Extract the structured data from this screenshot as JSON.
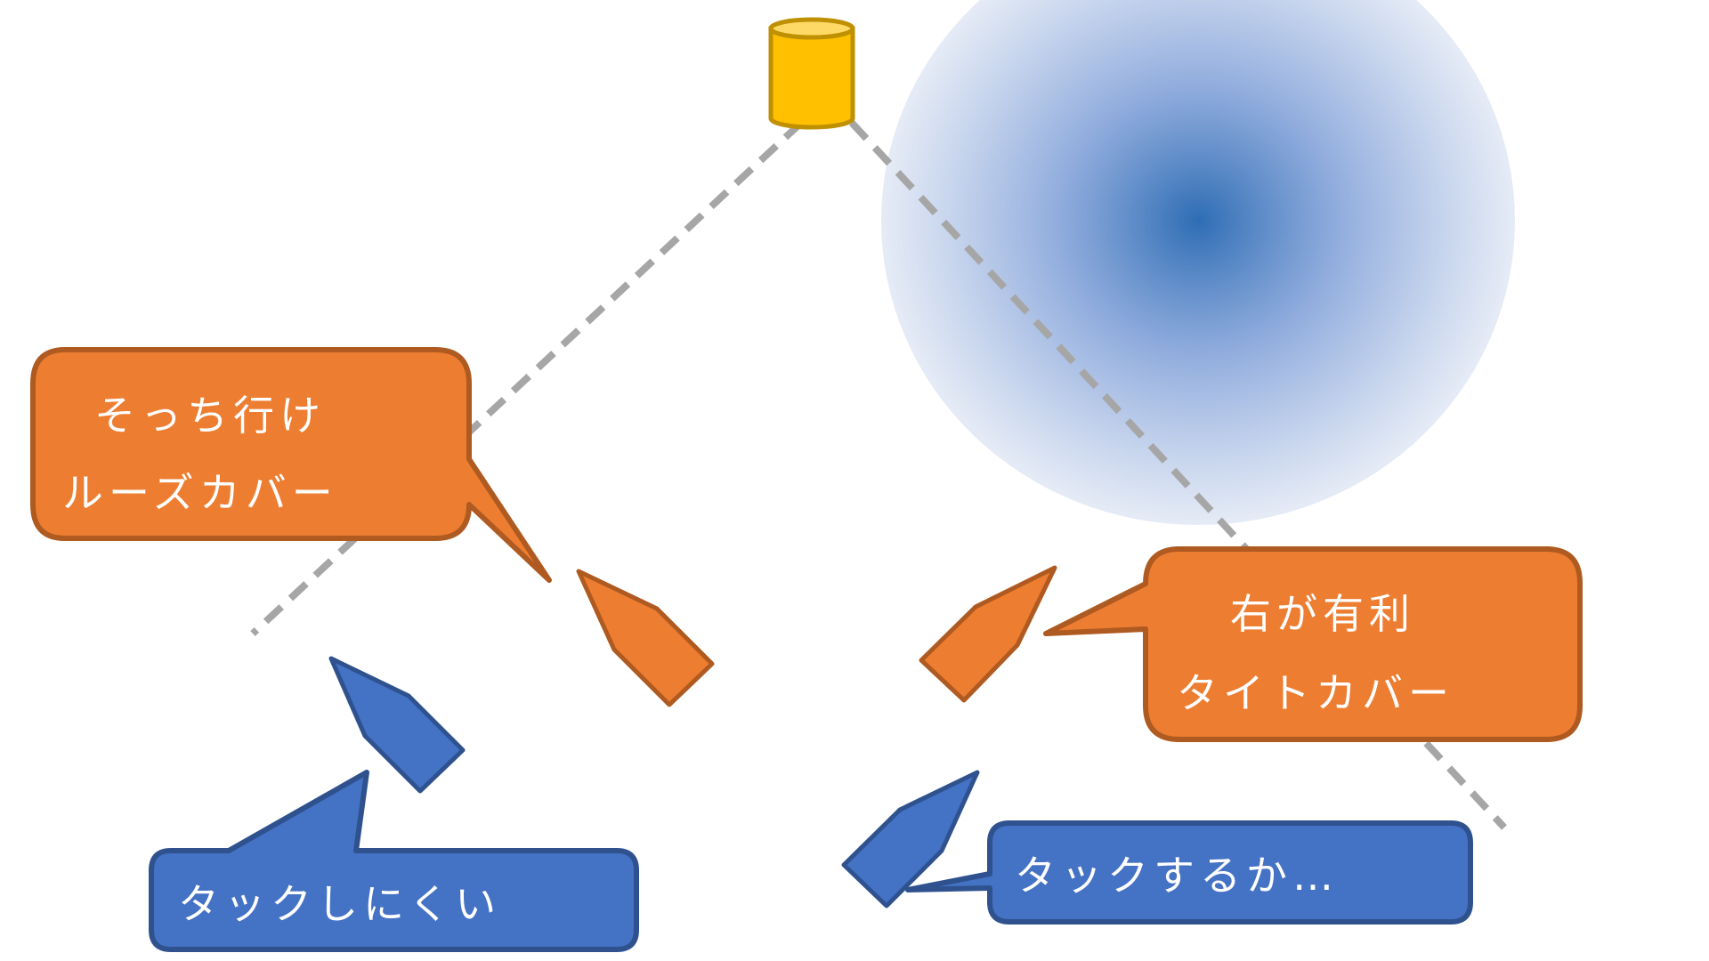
{
  "colors": {
    "background": "#ffffff",
    "mark_fill": "#ffc000",
    "mark_stroke": "#bf9000",
    "orange_fill": "#ed7d31",
    "orange_stroke": "#ae5a21",
    "blue_fill": "#4472c4",
    "blue_stroke": "#2f528f",
    "wind_center": "#2e6db4",
    "layline": "#a6a6a6"
  },
  "icons": {
    "mark": "cylinder-mark-icon",
    "orange_boat": "boat-icon",
    "blue_boat": "boat-icon"
  },
  "callouts": {
    "orange_left": {
      "line1": "そっち行け",
      "line2": "ルーズカバー"
    },
    "orange_right": {
      "line1": "右が有利",
      "line2": "タイトカバー"
    },
    "blue_left": {
      "line1": "タックしにくい"
    },
    "blue_right": {
      "line1": "タックするか…"
    }
  }
}
